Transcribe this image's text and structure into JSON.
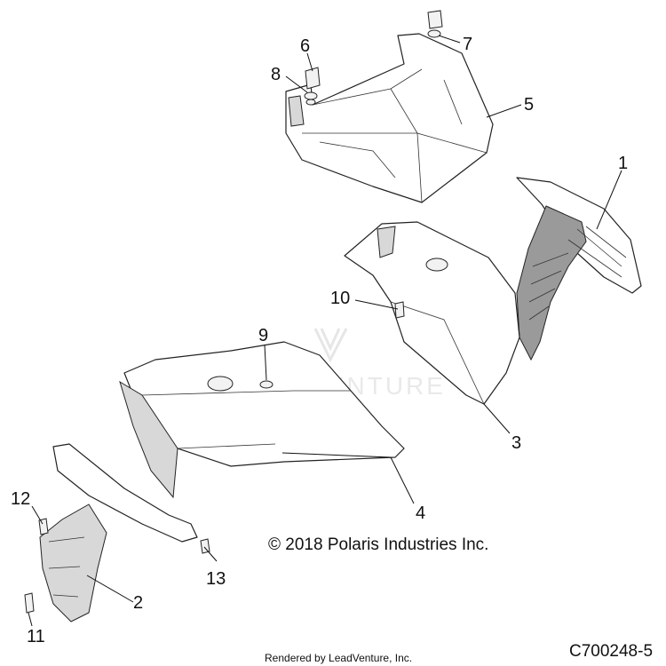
{
  "watermark": {
    "text": "LEADVENTURE"
  },
  "copyright": "© 2018 Polaris Industries Inc.",
  "rendered_by": "Rendered by LeadVenture, Inc.",
  "figure_id": "C700248-5",
  "callouts": [
    {
      "id": "1",
      "label": "1"
    },
    {
      "id": "2",
      "label": "2"
    },
    {
      "id": "3",
      "label": "3"
    },
    {
      "id": "4",
      "label": "4"
    },
    {
      "id": "5",
      "label": "5"
    },
    {
      "id": "6",
      "label": "6"
    },
    {
      "id": "7",
      "label": "7"
    },
    {
      "id": "8",
      "label": "8"
    },
    {
      "id": "9",
      "label": "9"
    },
    {
      "id": "10",
      "label": "10"
    },
    {
      "id": "11",
      "label": "11"
    },
    {
      "id": "12",
      "label": "12"
    },
    {
      "id": "13",
      "label": "13"
    }
  ]
}
